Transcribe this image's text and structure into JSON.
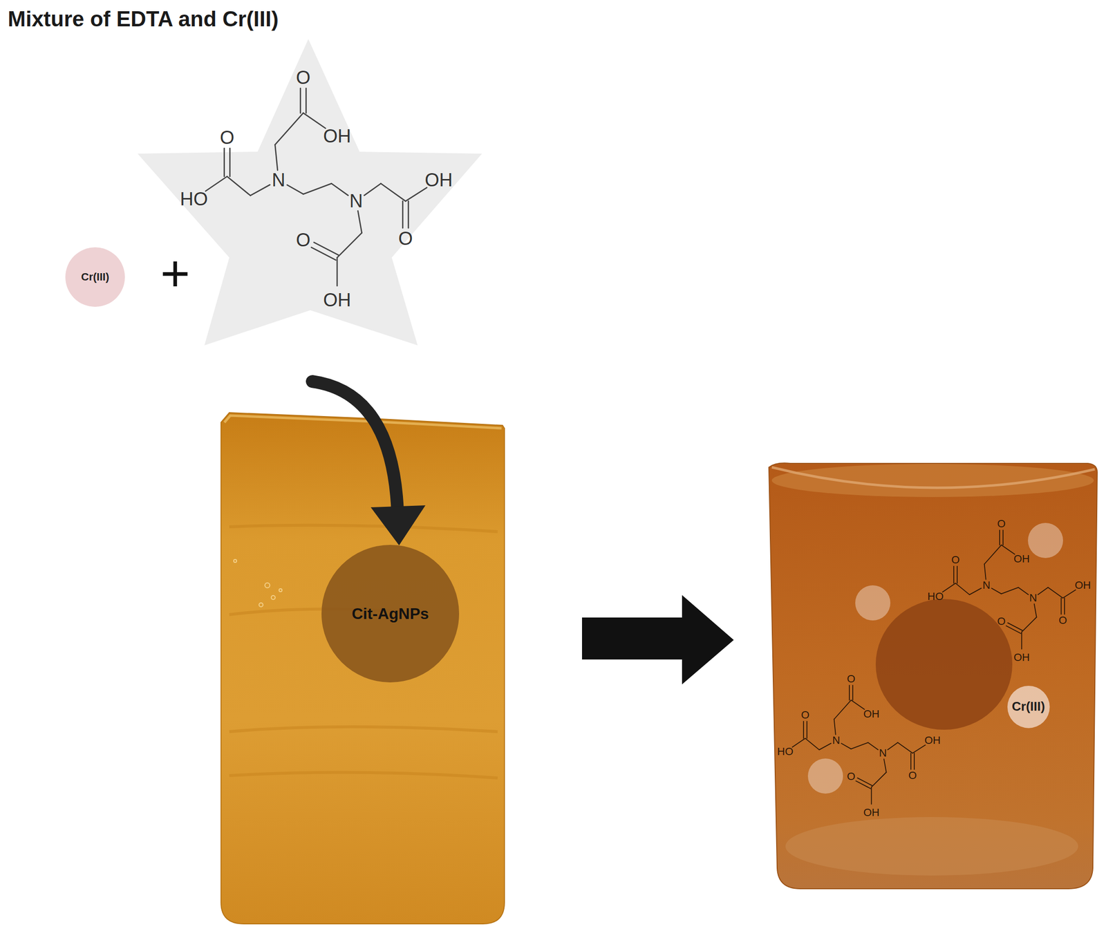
{
  "diagram": {
    "title": "Mixture of EDTA and Cr(III)",
    "nodes": [
      {
        "text": [
          "Cr(III)"
        ]
      },
      {
        "text": [
          "Cit-AgNPs"
        ]
      },
      {
        "text": [
          "Cr(III)"
        ]
      }
    ],
    "labels": [
      "+",
      "O",
      "OH",
      "O",
      "HO",
      "N",
      "N",
      "OH",
      "O",
      "O",
      "OH",
      "O",
      "OH",
      "O",
      "HO",
      "N",
      "N",
      "OH",
      "O",
      "O",
      "OH",
      "O",
      "OH",
      "O",
      "HO",
      "N",
      "N",
      "OH",
      "O",
      "O",
      "OH"
    ]
  }
}
